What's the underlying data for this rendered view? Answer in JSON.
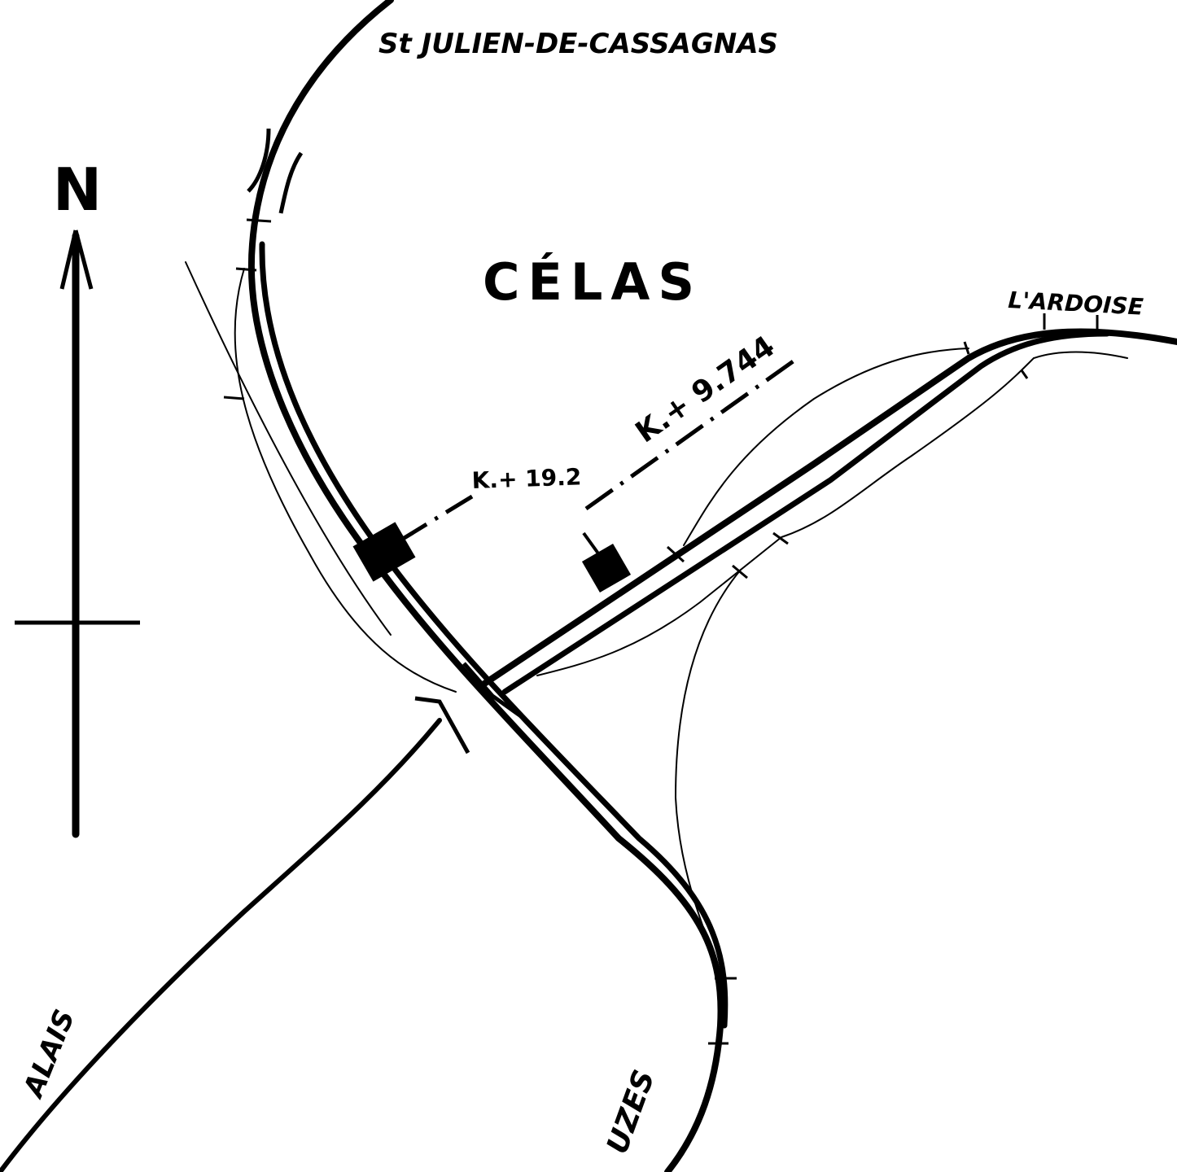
{
  "title": "CÉLAS",
  "north_label": "N",
  "destinations": {
    "north": "St JULIEN-DE-CASSAGNAS",
    "east": "L'ARDOISE",
    "southwest": "ALAIS",
    "south": "UZES"
  },
  "markers": {
    "km_a": "K.+ 19.2",
    "km_b": "K.+ 9.744"
  },
  "colors": {
    "ink": "#000000",
    "paper": "#ffffff"
  }
}
